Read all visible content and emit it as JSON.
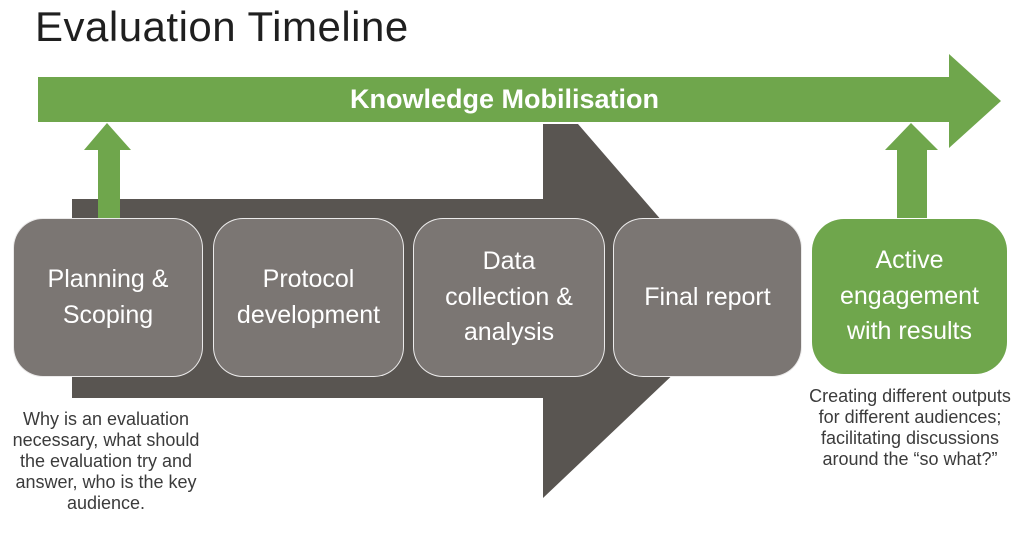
{
  "title": "Evaluation Timeline",
  "banner": {
    "label": "Knowledge Mobilisation"
  },
  "stages": [
    {
      "label": "Planning & Scoping"
    },
    {
      "label": "Protocol development"
    },
    {
      "label": "Data collection & analysis"
    },
    {
      "label": "Final report"
    },
    {
      "label": "Active engagement with results"
    }
  ],
  "captions": [
    {
      "text": "Why is an evaluation necessary, what should the evaluation try and answer, who is the key audience."
    },
    {
      "text": "Creating different outputs for different audiences; facilitating discussions around the “so what?”"
    }
  ],
  "colors": {
    "green": "#6FA64C",
    "dark_gray": "#595551",
    "box_gray": "#7B7673",
    "text_dark": "#3B3B3B",
    "title": "#1F1F1F"
  }
}
